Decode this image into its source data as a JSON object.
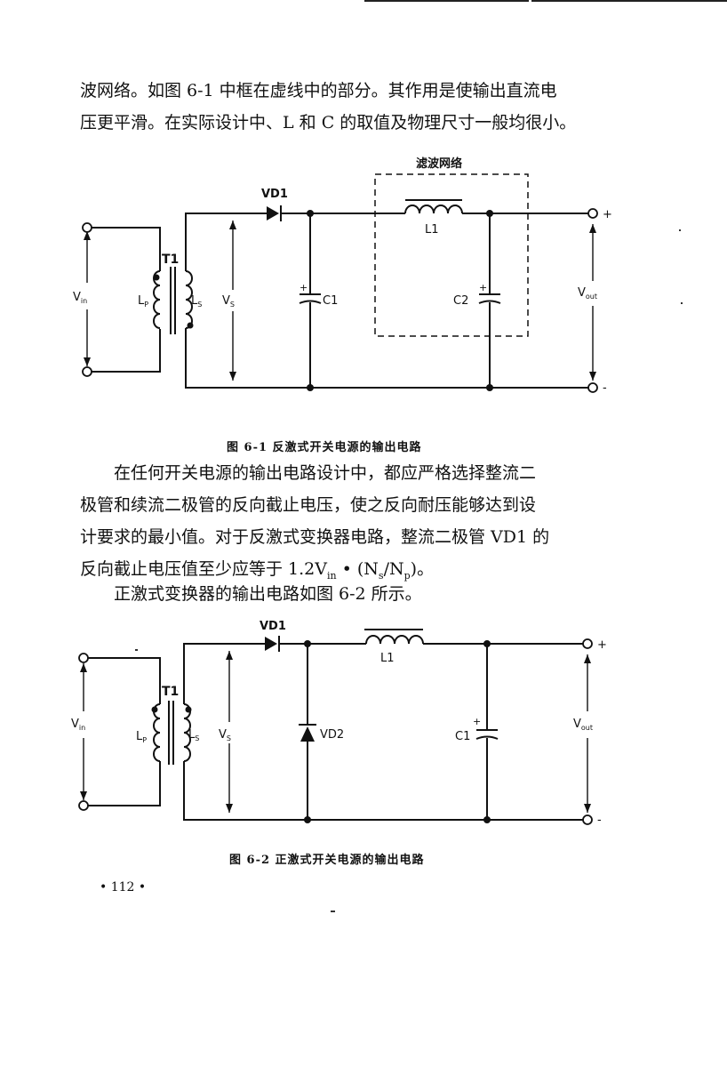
{
  "paragraphs": {
    "p1_l1": "波网络。如图 6-1 中框在虚线中的部分。其作用是使输出直流电",
    "p1_l2": "压更平滑。在实际设计中、L 和 C 的取值及物理尺寸一般均很小。",
    "p2_l1": "在任何开关电源的输出电路设计中，都应严格选择整流二",
    "p2_l2": "极管和续流二极管的反向截止电压，使之反向耐压能够达到设",
    "p2_l3": "计要求的最小值。对于反激式变换器电路，整流二极管 VD1 的",
    "p2_l4": "反向截止电压值至少应等于 1.2V",
    "p2_l4_sub": "in",
    "p2_l4_rest": " • (N",
    "p2_l4_sub2": "s",
    "p2_l4_rest2": "/N",
    "p2_l4_sub3": "p",
    "p2_l4_end": ")。",
    "p3_l1": "正激式变换器的输出电路如图 6-2 所示。"
  },
  "figure1": {
    "filter_label": "滤波网络",
    "vd1": "VD1",
    "l1": "L1",
    "t1": "T1",
    "lp": "L",
    "lp_sub": "P",
    "ls": "L",
    "ls_sub": "S",
    "vin": "V",
    "vin_sub": "in",
    "vs": "V",
    "vs_sub": "S",
    "c1": "C1",
    "c2": "C2",
    "vout": "V",
    "vout_sub": "out",
    "plus": "+",
    "minus": "-",
    "cap_plus": "+",
    "caption": "图 6-1   反激式开关电源的输出电路"
  },
  "figure2": {
    "vd1": "VD1",
    "l1": "L1",
    "t1": "T1",
    "lp": "L",
    "lp_sub": "P",
    "ls": "L",
    "ls_sub": "S",
    "vin": "V",
    "vin_sub": "in",
    "vs": "V",
    "vs_sub": "S",
    "vd2": "VD2",
    "c1": "C1",
    "vout": "V",
    "vout_sub": "out",
    "plus": "+",
    "minus": "-",
    "cap_plus": "+",
    "caption": "图 6-2   正激式开关电源的输出电路"
  },
  "page_number": "• 112 •"
}
